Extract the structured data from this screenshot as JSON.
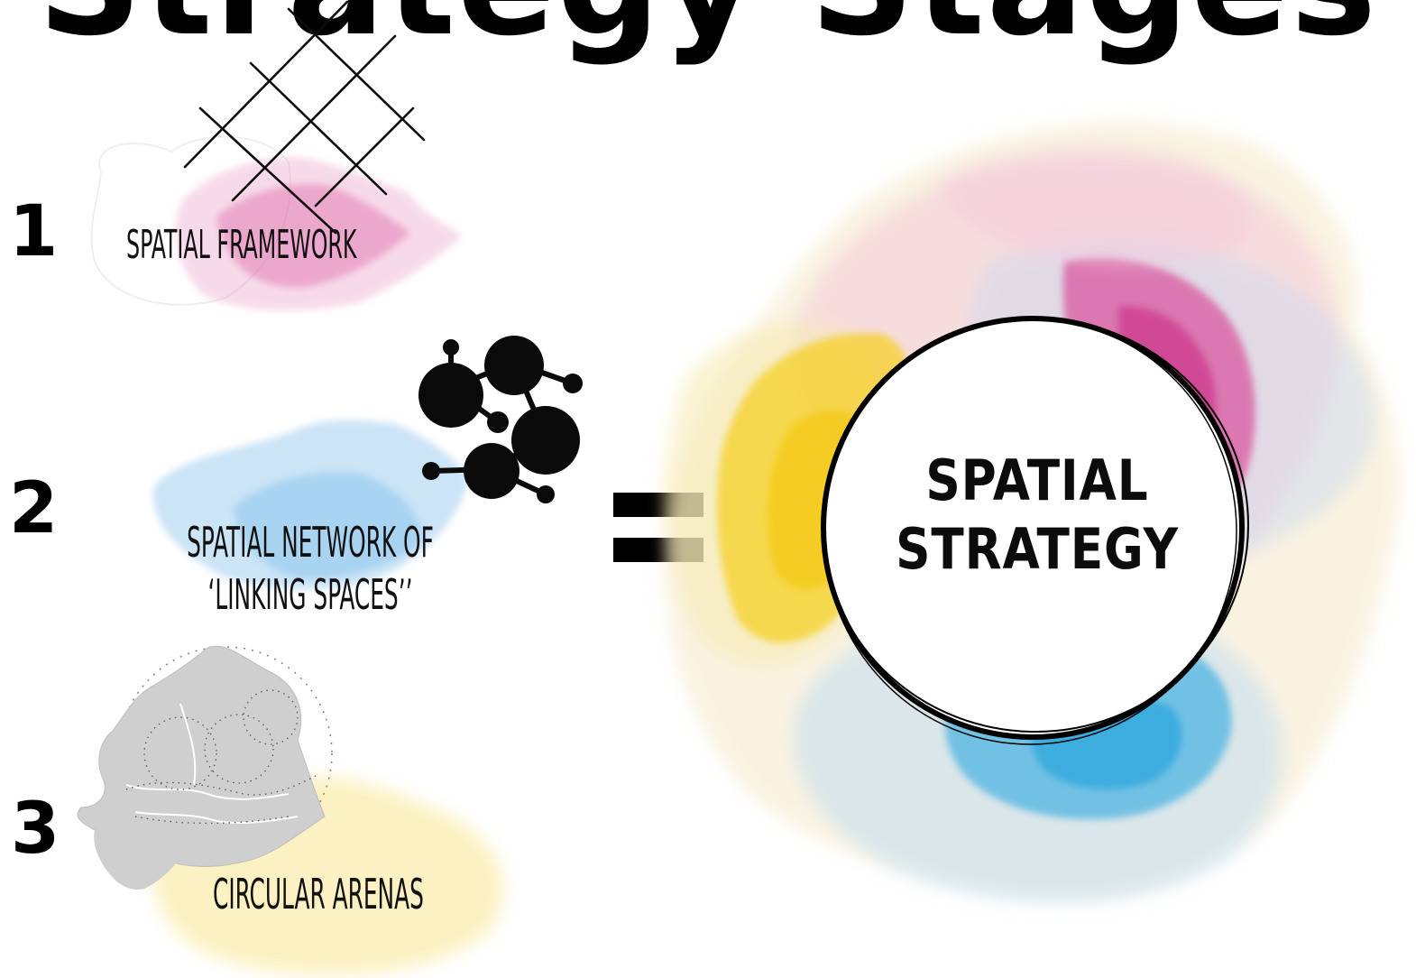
{
  "title": {
    "text": "Strategy Stages"
  },
  "steps": [
    {
      "number": "1",
      "label_lines": [
        "SPATIAL FRAMEWORK"
      ],
      "icon": "grid-icon",
      "color": "#e64d9b"
    },
    {
      "number": "2",
      "label_lines": [
        "SPATIAL NETWORK OF",
        "‘LINKING SPACES’’"
      ],
      "icon": "network-icon",
      "color": "#5aaee6"
    },
    {
      "number": "3",
      "label_lines": [
        "CIRCULAR ARENAS"
      ],
      "icon": "region-map-icon",
      "color": "#f4dc4a"
    }
  ],
  "operator": {
    "icon": "equals-icon"
  },
  "result": {
    "label_lines": [
      "SPATIAL",
      "STRATEGY"
    ],
    "icon": "circle-outline-icon",
    "colors": [
      "#f6cf1e",
      "#d8378f",
      "#1ea3e0",
      "#e9a5c9"
    ]
  }
}
